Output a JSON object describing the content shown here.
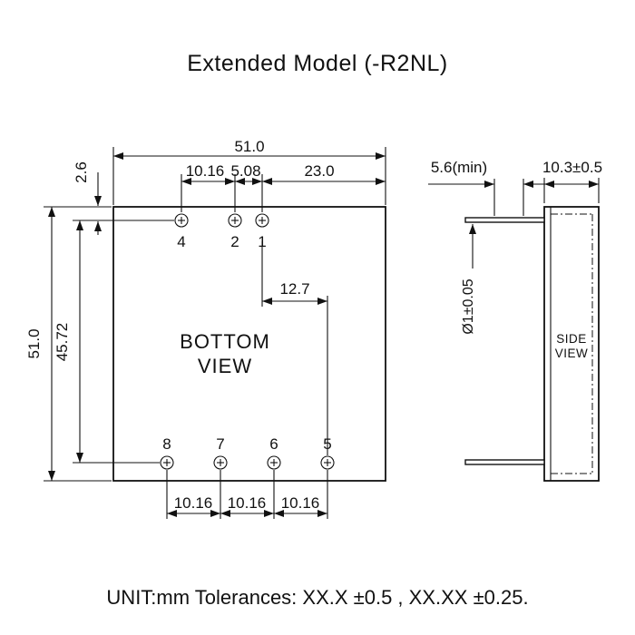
{
  "title": "Extended Model (-R2NL)",
  "footer": "UNIT:mm Tolerances: XX.X ±0.5 , XX.XX ±0.25.",
  "bottom_view": {
    "name_line1": "BOTTOM",
    "name_line2": "VIEW",
    "pins_top": [
      "4",
      "2",
      "1"
    ],
    "pins_bottom": [
      "8",
      "7",
      "6",
      "5"
    ],
    "dim_overall_width": "51.0",
    "dim_pin4_pin2": "10.16",
    "dim_pin2_pin1": "5.08",
    "dim_pin1_edge": "23.0",
    "dim_overall_height": "51.0",
    "dim_pin_rows": "45.72",
    "dim_edge_to_pins": "2.6",
    "dim_pin1_pin5": "12.7",
    "dim_pitch1": "10.16",
    "dim_pitch2": "10.16",
    "dim_pitch3": "10.16"
  },
  "side_view": {
    "name_line1": "SIDE",
    "name_line2": "VIEW",
    "dim_pin_length": "5.6(min)",
    "dim_depth": "10.3±0.5",
    "dim_pin_diameter": "Ø1±0.05"
  }
}
